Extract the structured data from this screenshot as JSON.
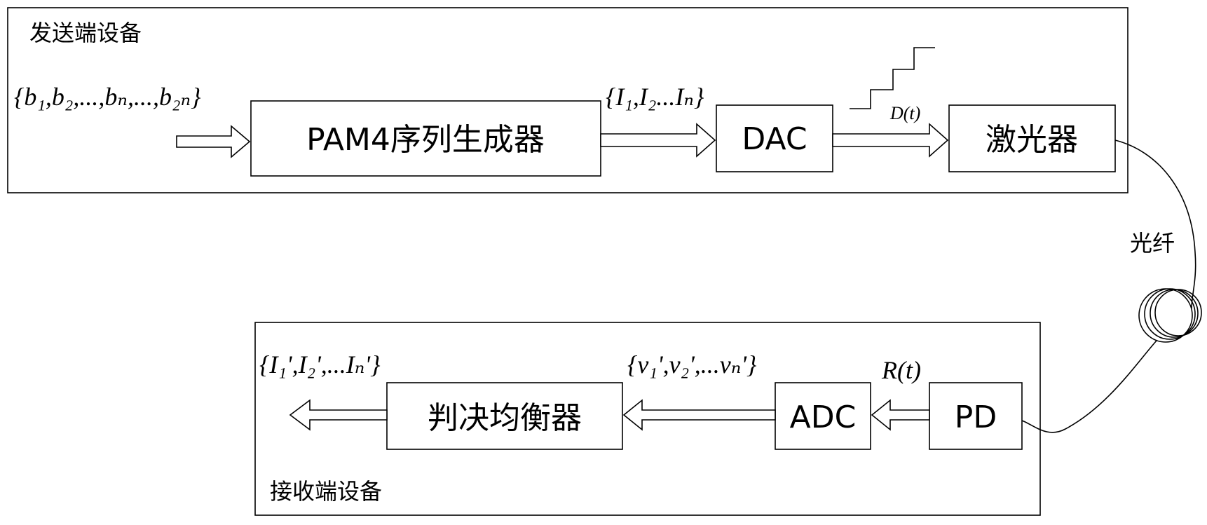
{
  "transmitter": {
    "title": "发送端设备",
    "input_seq": "{b₁,b₂,...,bₙ,...,b₂ₙ}",
    "pam4_label": "PAM4序列生成器",
    "symbol_seq": "{I₁,I₂...Iₙ}",
    "dac_label": "DAC",
    "dac_signal": "D(t)",
    "laser_label": "激光器"
  },
  "channel": {
    "fiber_label": "光纤"
  },
  "receiver": {
    "title": "接收端设备",
    "pd_label": "PD",
    "pd_signal": "R(t)",
    "adc_label": "ADC",
    "sample_seq": "{v₁',v₂',...vₙ'}",
    "equalizer_label": "判决均衡器",
    "output_seq": "{I₁',I₂',...Iₙ'}"
  }
}
